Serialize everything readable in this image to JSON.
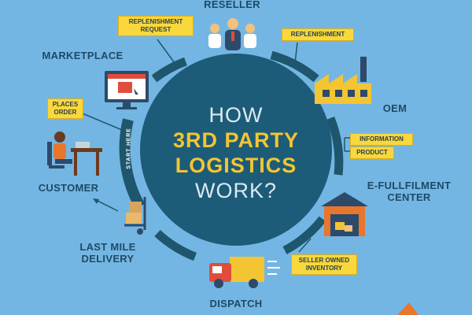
{
  "center": {
    "line1": "HOW",
    "line2": "3RD PARTY",
    "line3": "LOGISTICS",
    "line4": "WORK?"
  },
  "start_here": "START HERE",
  "nodes": {
    "reseller": "RESELLER",
    "marketplace": "MARKETPLACE",
    "oem": "OEM",
    "customer": "CUSTOMER",
    "efulfilment": [
      "E-FULLFILMENT",
      "CENTER"
    ],
    "last_mile": [
      "LAST MILE",
      "DELIVERY"
    ],
    "dispatch": [
      "DISPATCH"
    ]
  },
  "tags": {
    "replenishment_request": [
      "REPLENISHMENT",
      "REQUEST"
    ],
    "replenishment": "REPLENISHMENT",
    "places_order": [
      "PLACES",
      "ORDER"
    ],
    "information": "INFORMATION",
    "product": "PRODUCT",
    "seller_owned_inventory": [
      "SELLER OWNED",
      "INVENTORY"
    ]
  },
  "colors": {
    "background": "#74b6e3",
    "circle": "#1c5c78",
    "ring": "#1e566d",
    "tag": "#f8d83c",
    "highlight": "#f3c532",
    "label": "#1d4a66"
  }
}
